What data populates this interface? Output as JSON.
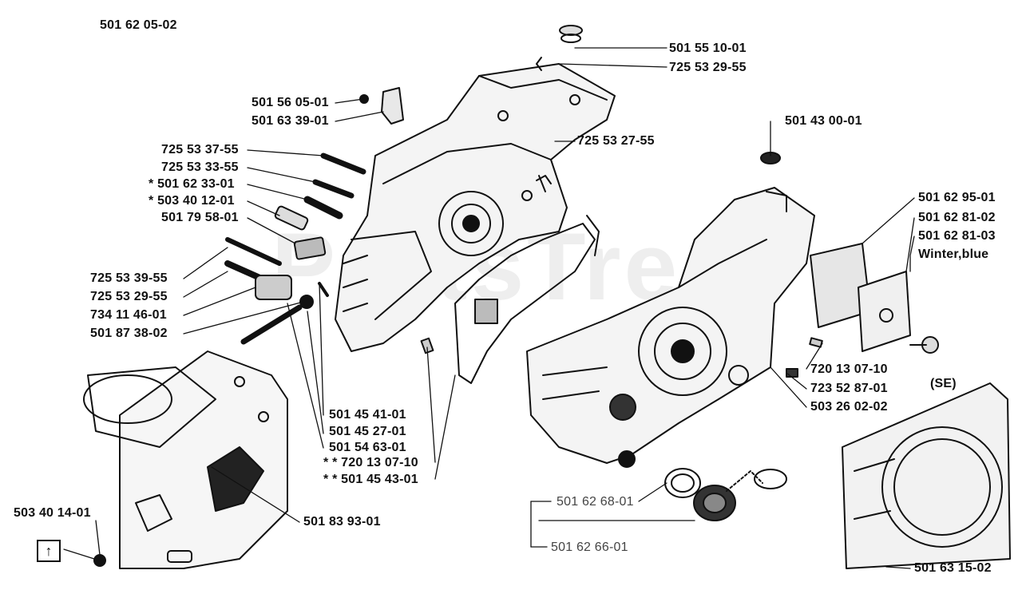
{
  "title": "501 62 05-02",
  "watermark": "PartsTree",
  "parts": {
    "p1": "501 55 10-01",
    "p2": "725 53 29-55",
    "p3": "501 56 05-01",
    "p4": "501 63 39-01",
    "p5": "725 53 37-55",
    "p6": "725 53 27-55",
    "p7": "725 53 33-55",
    "p8": "* 501 62 33-01",
    "p9": "* 503 40 12-01",
    "p10": "501 79 58-01",
    "p11": "501 43 00-01",
    "p12": "501 62 95-01",
    "p13": "501 62 81-02",
    "p14": "501 62 81-03",
    "p15": "Winter,blue",
    "p16": "725 53 39-55",
    "p17": "725 53 29-55",
    "p18": "734 11 46-01",
    "p19": "501 87 38-02",
    "p20": "720 13 07-10",
    "p21": "723 52 87-01",
    "p22": "(SE)",
    "p23": "503 26 02-02",
    "p24": "501 45 41-01",
    "p25": "501 45 27-01",
    "p26": "501 54 63-01",
    "p27": "* * 720 13 07-10",
    "p28": "* * 501 45 43-01",
    "p29": "503 40 14-01",
    "p30": "501 83 93-01",
    "p31": "501 62 68-01",
    "p32": "501 62 66-01",
    "p33": "501 63 15-02"
  },
  "box_glyph": "↑"
}
